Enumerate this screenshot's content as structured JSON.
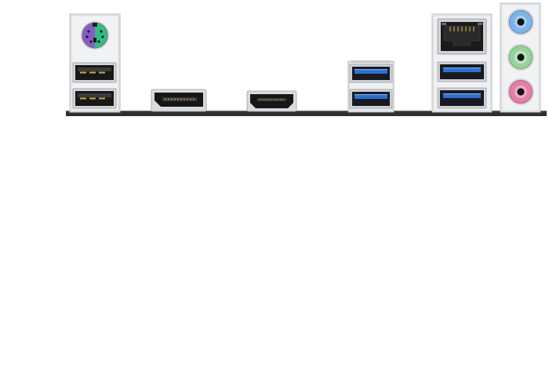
{
  "scene": {
    "subject": "motherboard-rear-io-panel",
    "colors": {
      "background": "#ffffff",
      "board": "#2f3029",
      "shield": "#ecedef",
      "shield_edge": "#c9cbcf",
      "port_metal": "#d7d9dd",
      "port_dark": "#141414",
      "usb3_blue": "#2b6fd1",
      "ps2_purple": "#8a5bc7",
      "ps2_green": "#2fbf85",
      "audio_blue": "#7fb4e6",
      "audio_green": "#97d39a",
      "audio_pink": "#e47fa6"
    },
    "ports": [
      {
        "name": "ps2-combo-port",
        "icon": "ps2-port-icon"
      },
      {
        "name": "usb-2-port-upper",
        "icon": "usb-port-icon"
      },
      {
        "name": "usb-2-port-lower",
        "icon": "usb-port-icon"
      },
      {
        "name": "displayport-port",
        "icon": "displayport-icon"
      },
      {
        "name": "hdmi-port",
        "icon": "hdmi-icon"
      },
      {
        "name": "usb-3-port-upper",
        "icon": "usb-port-icon",
        "color": "blue"
      },
      {
        "name": "usb-3-port-lower",
        "icon": "usb-port-icon",
        "color": "blue"
      },
      {
        "name": "rj45-lan-port",
        "icon": "ethernet-port-icon"
      },
      {
        "name": "usb-3-port-upper-right",
        "icon": "usb-port-icon",
        "color": "blue"
      },
      {
        "name": "usb-3-port-lower-right",
        "icon": "usb-port-icon",
        "color": "blue"
      },
      {
        "name": "audio-line-in-jack",
        "icon": "audio-jack-icon",
        "color": "blue"
      },
      {
        "name": "audio-line-out-jack",
        "icon": "audio-jack-icon",
        "color": "green"
      },
      {
        "name": "audio-mic-in-jack",
        "icon": "audio-jack-icon",
        "color": "pink"
      }
    ]
  }
}
